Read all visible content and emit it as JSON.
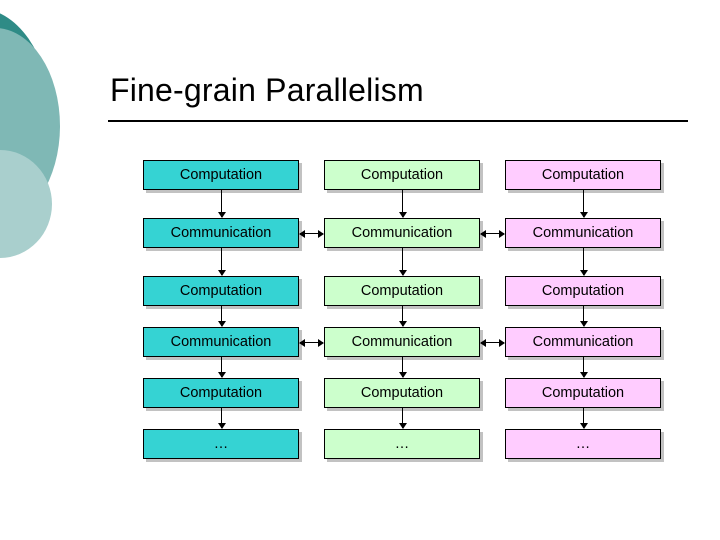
{
  "slide": {
    "title": "Fine-grain Parallelism"
  },
  "diagram": {
    "columns": [
      {
        "name": "column-1",
        "color": "#35d3d3"
      },
      {
        "name": "column-2",
        "color": "#ccffcc"
      },
      {
        "name": "column-3",
        "color": "#ffccff"
      }
    ],
    "rows": [
      {
        "labels": [
          "Computation",
          "Computation",
          "Computation"
        ]
      },
      {
        "labels": [
          "Communication",
          "Communication",
          "Communication"
        ]
      },
      {
        "labels": [
          "Computation",
          "Computation",
          "Computation"
        ]
      },
      {
        "labels": [
          "Communication",
          "Communication",
          "Communication"
        ]
      },
      {
        "labels": [
          "Computation",
          "Computation",
          "Computation"
        ]
      },
      {
        "labels": [
          "…",
          "…",
          "…"
        ]
      }
    ]
  }
}
